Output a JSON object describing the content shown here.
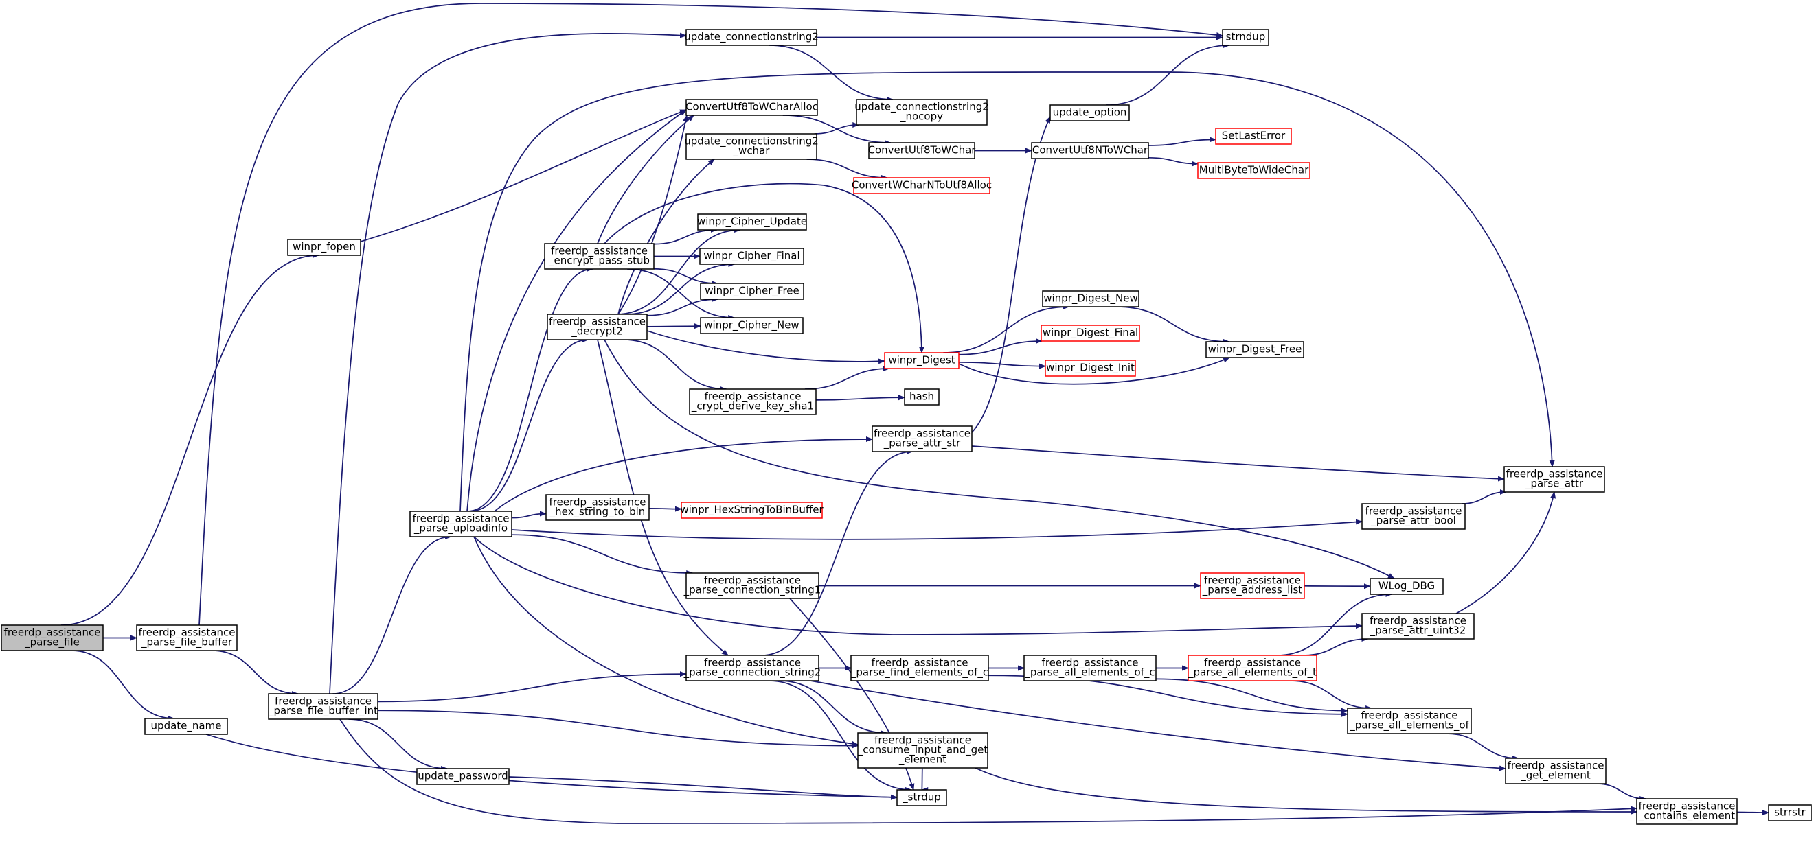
{
  "colors": {
    "edge": "#191970",
    "node_border": "#000000",
    "node_border_incomplete": "#ff0000",
    "node_fill": "#ffffff",
    "root_fill": "#bfbfbf"
  },
  "nodes": [
    {
      "id": "n_parse_file",
      "lines": [
        "freerdp_assistance",
        "_parse_file"
      ],
      "root": true
    },
    {
      "id": "n_parse_file_buffer",
      "lines": [
        "freerdp_assistance",
        "_parse_file_buffer"
      ]
    },
    {
      "id": "n_update_name",
      "lines": [
        "update_name"
      ]
    },
    {
      "id": "n_winpr_fopen",
      "lines": [
        "winpr_fopen"
      ]
    },
    {
      "id": "n_parse_file_buffer_int",
      "lines": [
        "freerdp_assistance",
        "_parse_file_buffer_int"
      ]
    },
    {
      "id": "n_parse_uploadinfo",
      "lines": [
        "freerdp_assistance",
        "_parse_uploadinfo"
      ]
    },
    {
      "id": "n_update_password",
      "lines": [
        "update_password"
      ]
    },
    {
      "id": "n_encrypt_pass_stub",
      "lines": [
        "freerdp_assistance",
        "_encrypt_pass_stub"
      ]
    },
    {
      "id": "n_decrypt2",
      "lines": [
        "freerdp_assistance",
        "_decrypt2"
      ]
    },
    {
      "id": "n_hex_string_to_bin",
      "lines": [
        "freerdp_assistance",
        "_hex_string_to_bin"
      ]
    },
    {
      "id": "n_update_connectionstring2",
      "lines": [
        "update_connectionstring2"
      ]
    },
    {
      "id": "n_ConvertUtf8ToWCharAlloc",
      "lines": [
        "ConvertUtf8ToWCharAlloc"
      ]
    },
    {
      "id": "n_update_connectionstring2_wchar",
      "lines": [
        "update_connectionstring2",
        "_wchar"
      ]
    },
    {
      "id": "n_winpr_Cipher_Update",
      "lines": [
        "winpr_Cipher_Update"
      ]
    },
    {
      "id": "n_winpr_Cipher_Final",
      "lines": [
        "winpr_Cipher_Final"
      ]
    },
    {
      "id": "n_winpr_Cipher_Free",
      "lines": [
        "winpr_Cipher_Free"
      ]
    },
    {
      "id": "n_winpr_Cipher_New",
      "lines": [
        "winpr_Cipher_New"
      ]
    },
    {
      "id": "n_crypt_derive_key_sha1",
      "lines": [
        "freerdp_assistance",
        "_crypt_derive_key_sha1"
      ]
    },
    {
      "id": "n_parse_connection_string1",
      "lines": [
        "freerdp_assistance",
        "_parse_connection_string1"
      ]
    },
    {
      "id": "n_parse_connection_string2",
      "lines": [
        "freerdp_assistance",
        "_parse_connection_string2"
      ]
    },
    {
      "id": "n_update_connectionstring2_nocopy",
      "lines": [
        "update_connectionstring2",
        "_nocopy"
      ]
    },
    {
      "id": "n_ConvertUtf8ToWChar",
      "lines": [
        "ConvertUtf8ToWChar"
      ]
    },
    {
      "id": "n_ConvertWCharNToUtf8Alloc",
      "lines": [
        "ConvertWCharNToUtf8Alloc"
      ],
      "incomplete": true
    },
    {
      "id": "n_winpr_Digest",
      "lines": [
        "winpr_Digest"
      ],
      "incomplete": true
    },
    {
      "id": "n_hash",
      "lines": [
        "hash"
      ]
    },
    {
      "id": "n_winpr_HexStringToBinBuffer",
      "lines": [
        "winpr_HexStringToBinBuffer"
      ],
      "incomplete": true
    },
    {
      "id": "n_parse_attr_str",
      "lines": [
        "freerdp_assistance",
        "_parse_attr_str"
      ]
    },
    {
      "id": "n_parse_find_elements_of_c",
      "lines": [
        "freerdp_assistance",
        "_parse_find_elements_of_c"
      ]
    },
    {
      "id": "n_consume_input_and_get_element",
      "lines": [
        "freerdp_assistance",
        "_consume_input_and_get",
        "_element"
      ]
    },
    {
      "id": "n__strdup",
      "lines": [
        "_strdup"
      ]
    },
    {
      "id": "n_strndup",
      "lines": [
        "strndup"
      ]
    },
    {
      "id": "n_update_option",
      "lines": [
        "update_option"
      ]
    },
    {
      "id": "n_ConvertUtf8NToWChar",
      "lines": [
        "ConvertUtf8NToWChar"
      ]
    },
    {
      "id": "n_winpr_Digest_New",
      "lines": [
        "winpr_Digest_New"
      ]
    },
    {
      "id": "n_winpr_Digest_Final",
      "lines": [
        "winpr_Digest_Final"
      ],
      "incomplete": true
    },
    {
      "id": "n_winpr_Digest_Init",
      "lines": [
        "winpr_Digest_Init"
      ],
      "incomplete": true
    },
    {
      "id": "n_parse_all_elements_of_c",
      "lines": [
        "freerdp_assistance",
        "_parse_all_elements_of_c"
      ]
    },
    {
      "id": "n_parse_address_list",
      "lines": [
        "freerdp_assistance",
        "_parse_address_list"
      ],
      "incomplete": true
    },
    {
      "id": "n_parse_all_elements_of_t",
      "lines": [
        "freerdp_assistance",
        "_parse_all_elements_of_t"
      ],
      "incomplete": true
    },
    {
      "id": "n_SetLastError",
      "lines": [
        "SetLastError"
      ],
      "incomplete": true
    },
    {
      "id": "n_MultiByteToWideChar",
      "lines": [
        "MultiByteToWideChar"
      ],
      "incomplete": true
    },
    {
      "id": "n_winpr_Digest_Free",
      "lines": [
        "winpr_Digest_Free"
      ]
    },
    {
      "id": "n_parse_attr_bool",
      "lines": [
        "freerdp_assistance",
        "_parse_attr_bool"
      ]
    },
    {
      "id": "n_WLog_DBG",
      "lines": [
        "WLog_DBG"
      ]
    },
    {
      "id": "n_parse_attr_uint32",
      "lines": [
        "freerdp_assistance",
        "_parse_attr_uint32"
      ]
    },
    {
      "id": "n_parse_all_elements_of",
      "lines": [
        "freerdp_assistance",
        "_parse_all_elements_of"
      ]
    },
    {
      "id": "n_get_element",
      "lines": [
        "freerdp_assistance",
        "_get_element"
      ]
    },
    {
      "id": "n_parse_attr",
      "lines": [
        "freerdp_assistance",
        "_parse_attr"
      ]
    },
    {
      "id": "n_contains_element",
      "lines": [
        "freerdp_assistance",
        "_contains_element"
      ]
    },
    {
      "id": "n_strrstr",
      "lines": [
        "strrstr"
      ]
    }
  ]
}
